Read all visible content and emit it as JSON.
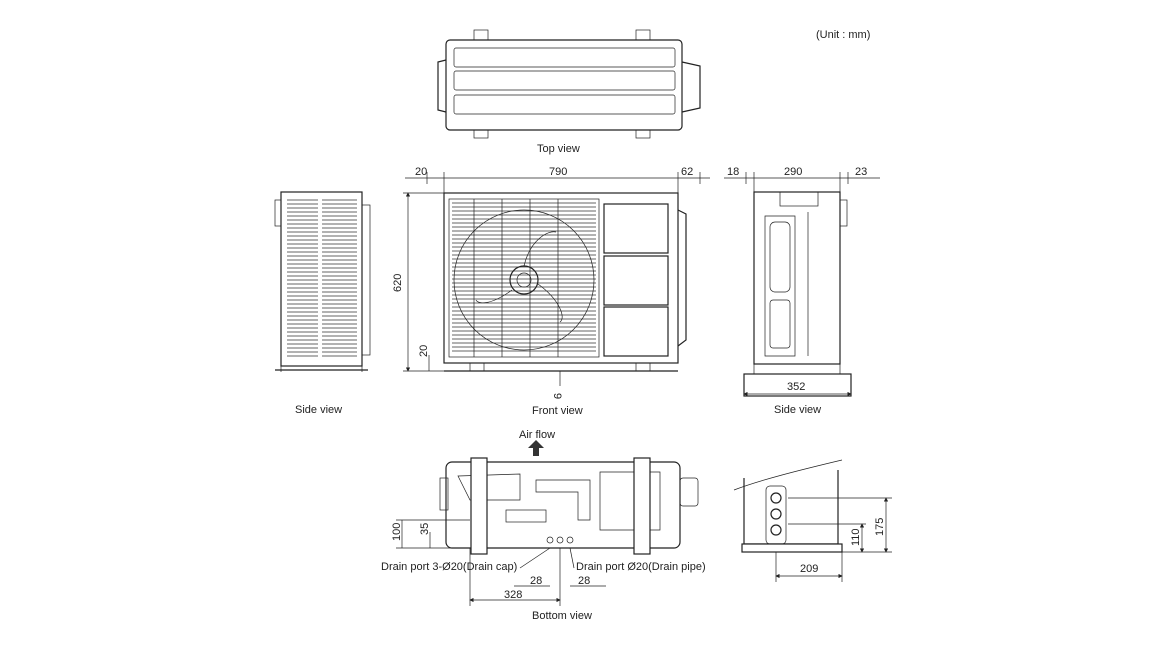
{
  "unit": "(Unit : mm)",
  "views": {
    "top": "Top view",
    "front": "Front view",
    "side_left": "Side view",
    "side_right": "Side view",
    "bottom": "Bottom view"
  },
  "front_dims": {
    "left_offset": "20",
    "width": "790",
    "right_offset": "62",
    "height": "620",
    "foot_height": "20",
    "foot_offset": "9"
  },
  "side_dims": {
    "left_offset": "18",
    "depth": "290",
    "right_offset": "23",
    "base_depth": "352"
  },
  "bottom_dims": {
    "air_flow": "Air flow",
    "h1": "100",
    "h2": "35",
    "drain_cap": "Drain port 3-Ø20(Drain cap)",
    "drain_pipe": "Drain port Ø20(Drain pipe)",
    "gap_left": "28",
    "gap_right": "28",
    "span": "328"
  },
  "detail_dims": {
    "h_inner": "110",
    "h_outer": "175",
    "width": "209"
  }
}
